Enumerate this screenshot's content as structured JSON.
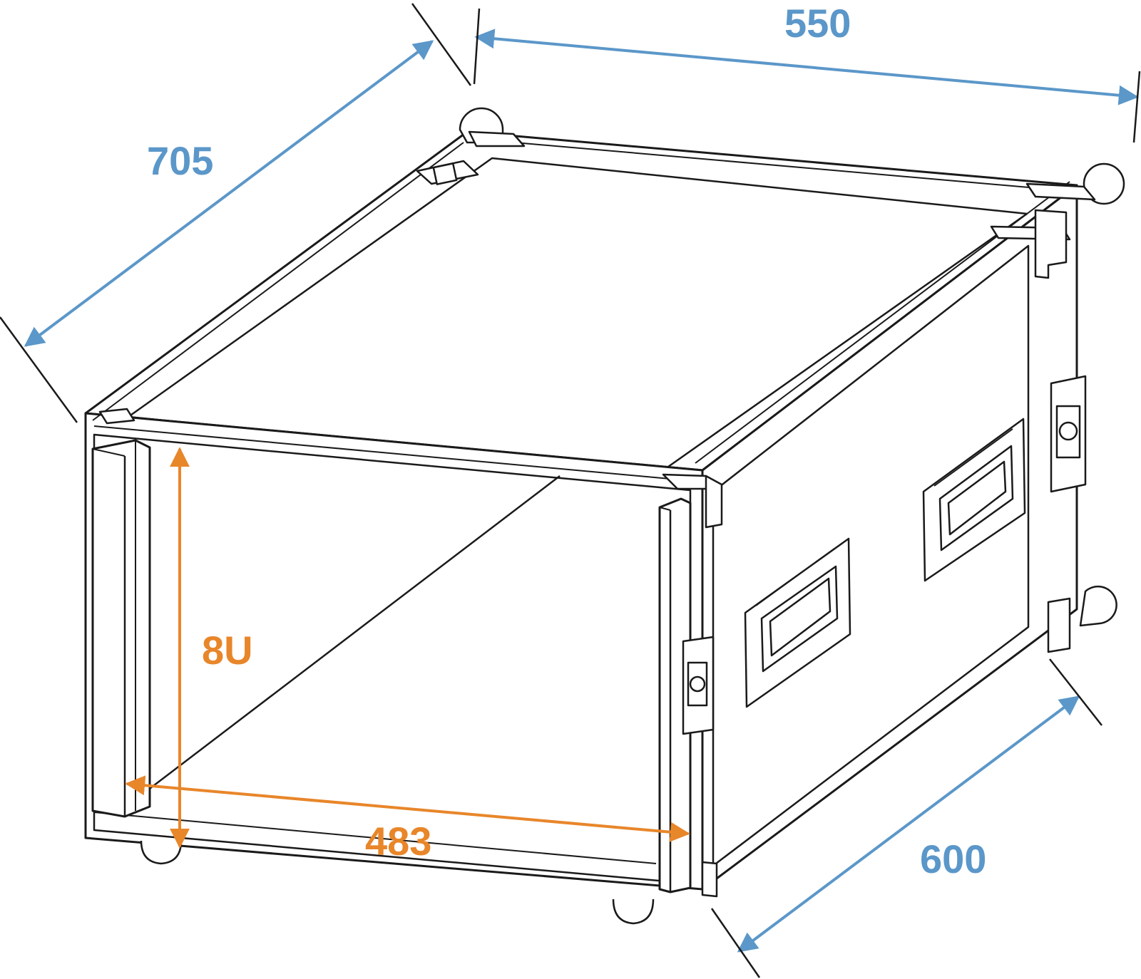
{
  "colors": {
    "outline": "#1a1a1a",
    "dim_blue": "#5b97c9",
    "dim_orange": "#e8862a",
    "background": "#ffffff"
  },
  "dimensions": {
    "width_outer": "550",
    "length_top": "705",
    "depth_side": "600",
    "rack_width": "483",
    "rack_height": "8U"
  }
}
